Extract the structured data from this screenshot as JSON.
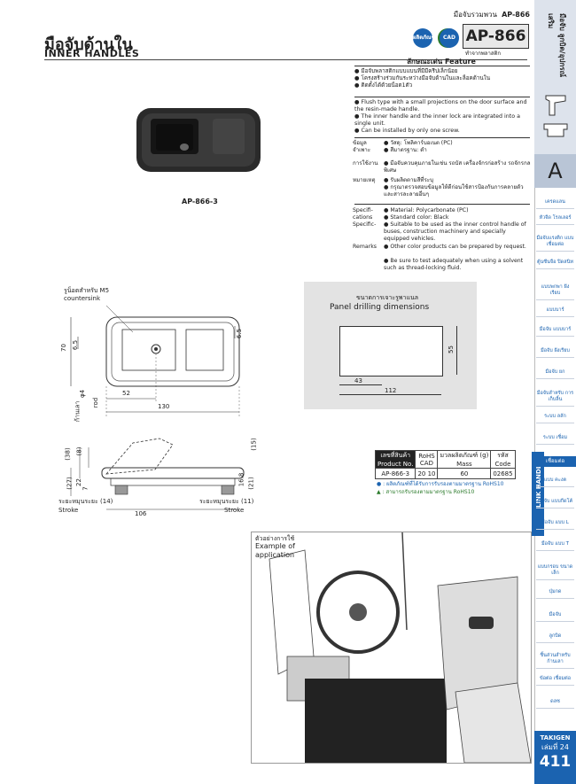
{
  "header": {
    "category": "มือจับรวมพวน",
    "model": "AP-866"
  },
  "title": {
    "th": "มือจับด้านใน",
    "en": "INNER HANDLES"
  },
  "badges": [
    "ผลิตภัณฑ์",
    "RoHS",
    "CAD"
  ],
  "model_box": {
    "code": "AP-866",
    "sub": "ทำจากพลาสติก"
  },
  "feature": {
    "heading": "ลักษณะเด่น   Feature",
    "th_points": [
      "มือจับพลาสติกแบบแบนที่มีมีครีปเล็กน้อย",
      "โครงสร้างร่วมกันระหว่างมือจับด้านในและล็อคด้านใน",
      "ติดตั้งได้ด้วยน็อต1ตัว"
    ],
    "en_points": [
      "Flush type with a small projections on the door surface and the resin-made handle.",
      "The inner handle and the inner lock are integrated into a single unit.",
      "Can be installed by only one screw."
    ]
  },
  "spec_th": [
    {
      "label": "ข้อมูล",
      "value": "วัสดุ: โพลิคาร์บอเนต (PC)"
    },
    {
      "label": "จำเพาะ",
      "value": "สีมาตรฐาน: ดำ"
    },
    {
      "label": "การใช้งาน",
      "value": "มือจับควบคุมภายในเช่น รถบัส เครื่องจักรก่อสร้าง รถจักรกลพิเศษ"
    },
    {
      "label": "หมายเหตุ",
      "value": "รับผลิตตามสีที่ระบุ"
    },
    {
      "label": "",
      "value": "กรุณาตรวจสอบข้อมูลให้ดีก่อนใช้สารป้องกันการคลายตัวและสารละลายอื่นๆ"
    }
  ],
  "spec_en": [
    {
      "label": "Specifi-",
      "value": "Material: Polycarbonate (PC)"
    },
    {
      "label": "cations",
      "value": "Standard color: Black"
    },
    {
      "label": "Specific-",
      "value": "Suitable to be used as the inner control handle of buses, construction machinery and specially equipped vehicles."
    },
    {
      "label": "Remarks",
      "value": "Other color products can be prepared by request."
    },
    {
      "label": "",
      "value": "Be sure to test adequately when using a solvent such as thread-locking fluid."
    }
  ],
  "main_caption": "AP-866-3",
  "drawing": {
    "screw_note_th": "รูน็อตสำหรับ M5",
    "screw_note_en": "countersink",
    "dims_top": {
      "h70": "70",
      "h6_5": "6.5",
      "h6_5r": "6.5",
      "w52": "52",
      "w130": "130",
      "d4": "φ4",
      "rod": "rod"
    },
    "dims_side": {
      "d38": "(38)",
      "d8": "(8)",
      "d15": "(15)",
      "d27": "(27)",
      "d22": "22",
      "d7": "7",
      "d16_8": "16.8",
      "d21": "(21)",
      "d14": "(14)",
      "d11": "(11)",
      "w106": "106"
    },
    "stroke_l_th": "ระยะหมุนระยะ",
    "stroke_r_th": "ระยะหมุนระยะ",
    "stroke_label": "Stroke",
    "rod_th": "ก้านเลา"
  },
  "panel": {
    "title_th": "ขนาดการเจาะรูพาแนล",
    "title_en": "Panel drilling dimensions",
    "w43": "43",
    "w112": "112",
    "h55": "55"
  },
  "table": {
    "headers_th": [
      "เลขที่สินค้า",
      "RoHS",
      "มวลผลิตภัณฑ์ (g)",
      "รหัส"
    ],
    "headers_en": [
      "Product No.",
      "CAD",
      "Mass",
      "Code"
    ],
    "row": {
      "no": "AP-866-3",
      "rohs": "20 10",
      "mass": "60",
      "code": "02685"
    },
    "notes": [
      "● : ผลิตภัณฑ์ที่ได้รับการรับรองตามมาตรฐาน RoHS10",
      "▲ : สามารถรับรองตามมาตรฐาน RoHS10"
    ]
  },
  "application": {
    "th": "ตัวอย่างการใช้",
    "en1": "Example of",
    "en2": "application"
  },
  "sidebar": {
    "top_th": "มือจับ ลูกบิด/อุปกรณ์เสริม",
    "letter": "A",
    "items": [
      "เครดแลน",
      "หัวจีด โรลเลอร์",
      "มือจับแรงติก แบบเชื่อมต่อ",
      "ตู้นซีนจือ ปิดสนิท",
      "แบบพกพา ฝังเรียบ",
      "แบบบาร์",
      "มือจับ แบบบาร์",
      "มือจับ ฝังเรียบ",
      "มือจับ ยก",
      "มือจับสำหรับ การเก็บลิ้น",
      "ระบบ ลลัก",
      "ระบบ เชื่อม"
    ],
    "active": "เชื่อมต่อ",
    "vertical": "LINK HANDLES",
    "items2": [
      "แบบ คะงต",
      "มือจับ แบบกีดโค้",
      "มือจับ แบบ L",
      "มือจับ แบบ T",
      "แบบกรอบ ขนาดเล็ก",
      "ปุ่มกด",
      "มือจับ",
      "ลูกบิด",
      "ชิ้นส่วนสำหรับ ก้านเลา",
      "ข้อต่อ เชื่อมต่อ",
      "ดลซ"
    ],
    "brand": "TAKIGEN",
    "vol": "เล่มที่ 24",
    "page": "411"
  }
}
